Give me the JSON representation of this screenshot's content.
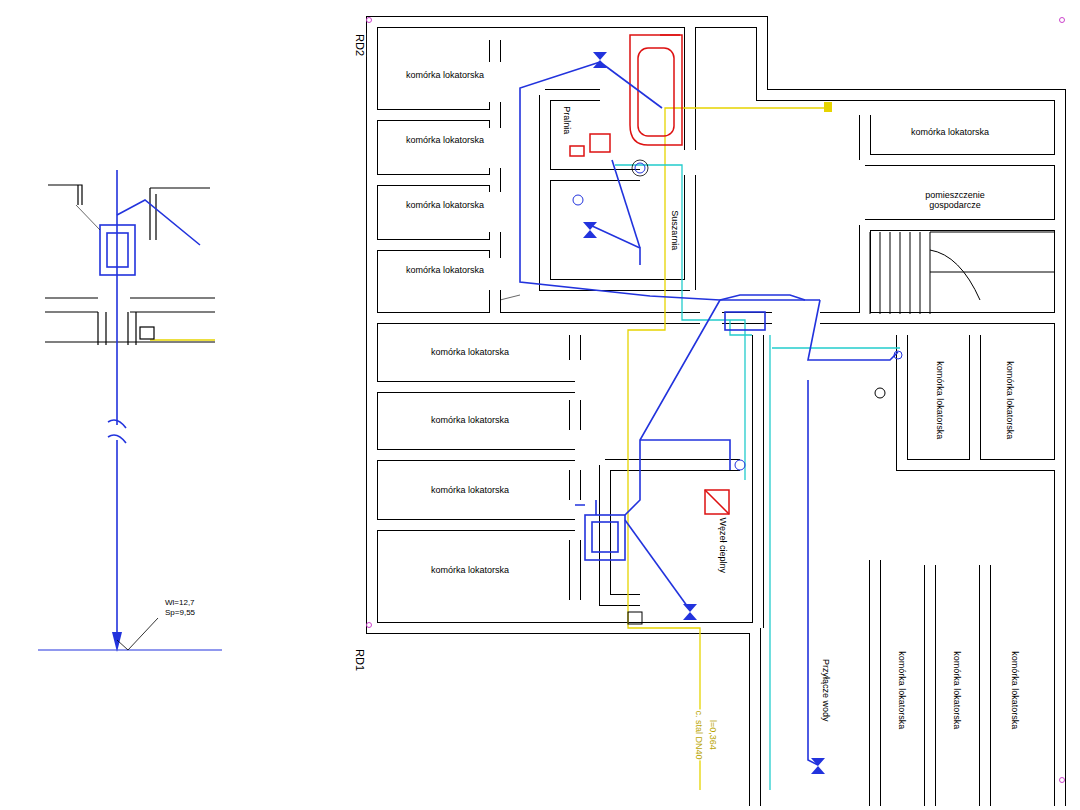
{
  "diagram": {
    "nodes": [
      {
        "text": [
          "komórka lokatorska"
        ]
      },
      {
        "text": [
          "Pralnia"
        ]
      },
      {
        "text": [
          "komórka lokatorska"
        ]
      },
      {
        "text": [
          "komórka lokatorska"
        ]
      },
      {
        "text": [
          "komórka lokatorska"
        ]
      },
      {
        "text": [
          "pomieszczenie gospodarcze"
        ]
      },
      {
        "text": [
          "Suszarnia"
        ]
      },
      {
        "text": [
          "komórka lokatorska"
        ]
      },
      {
        "text": [
          "komórka lokatorska"
        ]
      },
      {
        "text": [
          "komórka lokatorska"
        ]
      },
      {
        "text": [
          "komórka lokatorska"
        ]
      },
      {
        "text": [
          "komórka lokatorska"
        ]
      },
      {
        "text": [
          "komórka lokatorska"
        ]
      },
      {
        "text": [
          "Węzeł cieplny"
        ]
      },
      {
        "text": [
          "komórka lokatorska"
        ]
      },
      {
        "text": [
          "Przyłącze wody"
        ]
      },
      {
        "text": [
          "komórka lokatorska"
        ]
      },
      {
        "text": [
          "komórka lokatorska"
        ]
      },
      {
        "text": [
          "komórka lokatorska"
        ]
      }
    ],
    "labels": [
      "RD2",
      "RD1",
      "Wl=12,7",
      "Sp=9,55",
      "l=0,364",
      "c. stal DN40"
    ]
  }
}
